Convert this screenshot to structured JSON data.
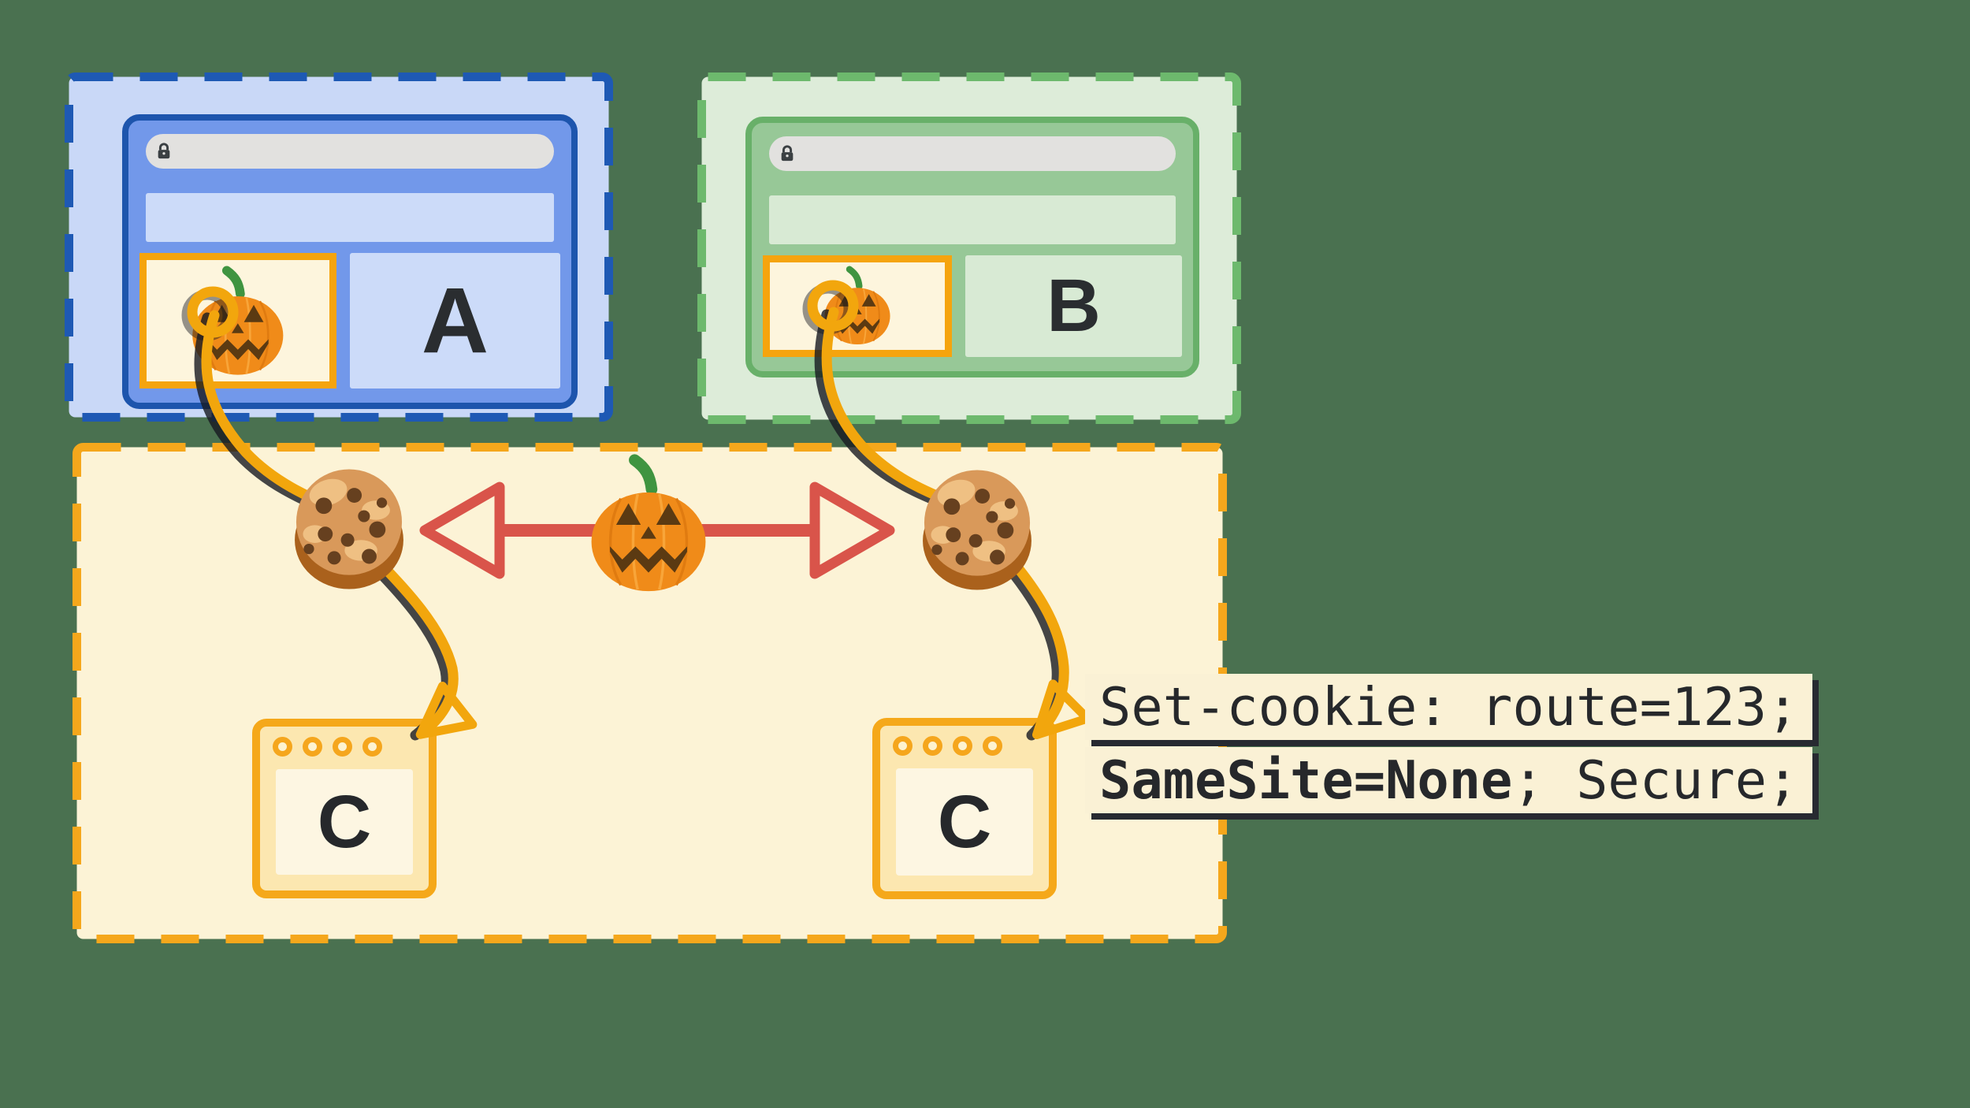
{
  "diagram": "third-party-cookie-sharing",
  "sites": {
    "site_a": {
      "label": "A",
      "accent": "#1d55ad",
      "dash": "#1e59b4",
      "fill": "#c9d8f7"
    },
    "site_b": {
      "label": "B",
      "accent": "#68b069",
      "dash": "#6db96d",
      "fill": "#ddecd9"
    },
    "site_c": {
      "fill": "#fcf3d6",
      "dash": "#f5a71c",
      "frames": [
        {
          "label": "C"
        },
        {
          "label": "C"
        }
      ]
    }
  },
  "code_snippet": {
    "line1": "Set-cookie: route=123;",
    "line2_bold": "SameSite=None",
    "line2_rest": "; Secure;"
  },
  "icons": {
    "lock": "lock-icon",
    "pumpkin": "pumpkin-icon",
    "cookie": "cookie-icon",
    "thread_arrow": "curved-arrow-icon",
    "share_arrow": "double-arrow-icon",
    "window_dots": "window-dots-icon"
  },
  "colors": {
    "background": "#4a7150",
    "thread": "#f2a60d",
    "share_arrow_red": "#d9544a",
    "code_text": "#26282b",
    "browser_url_bar": "#e2e1df"
  }
}
